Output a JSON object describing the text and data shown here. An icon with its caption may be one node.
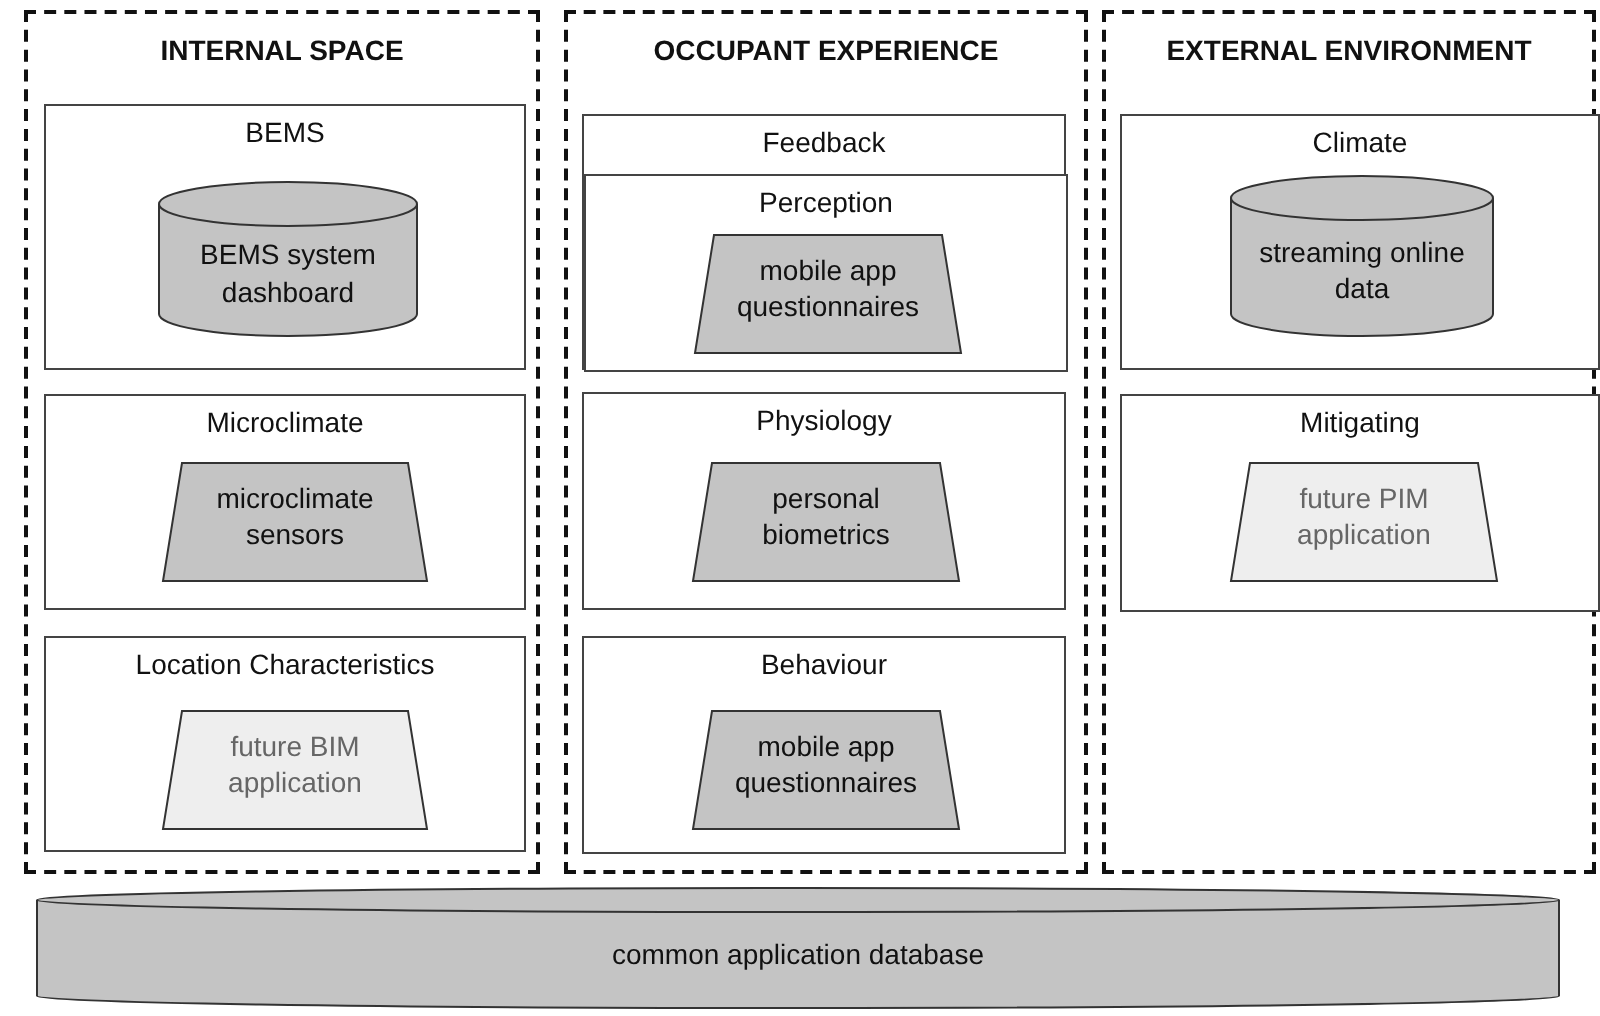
{
  "diagram": {
    "nodes": [
      {
        "text": [
          "INTERNAL SPACE"
        ]
      },
      {
        "text": [
          "BEMS"
        ],
        "in": 0
      },
      {
        "text": [
          "BEMS system dashboard"
        ],
        "in": 1
      },
      {
        "text": [
          "Microclimate"
        ],
        "in": 0
      },
      {
        "text": [
          "microclimate sensors"
        ],
        "in": 3
      },
      {
        "text": [
          "Location Characteristics"
        ],
        "in": 0
      },
      {
        "text": [
          "future BIM application"
        ],
        "in": 5
      },
      {
        "text": [
          "OCCUPANT EXPERIENCE"
        ]
      },
      {
        "text": [
          "Feedback"
        ],
        "in": 7
      },
      {
        "text": [
          "Perception"
        ],
        "in": 8
      },
      {
        "text": [
          "mobile app questionnaires"
        ],
        "in": 9
      },
      {
        "text": [
          "Physiology"
        ],
        "in": 7
      },
      {
        "text": [
          "personal biometrics"
        ],
        "in": 11
      },
      {
        "text": [
          "Behaviour"
        ],
        "in": 7
      },
      {
        "text": [
          "mobile app questionnaires"
        ],
        "in": 13
      },
      {
        "text": [
          "EXTERNAL ENVIRONMENT"
        ]
      },
      {
        "text": [
          "Climate"
        ],
        "in": 15
      },
      {
        "text": [
          "streaming online data"
        ],
        "in": 16
      },
      {
        "text": [
          "Mitigating"
        ],
        "in": 15
      },
      {
        "text": [
          "future PIM application"
        ],
        "in": 18
      },
      {
        "text": [
          "common application database"
        ]
      }
    ]
  }
}
